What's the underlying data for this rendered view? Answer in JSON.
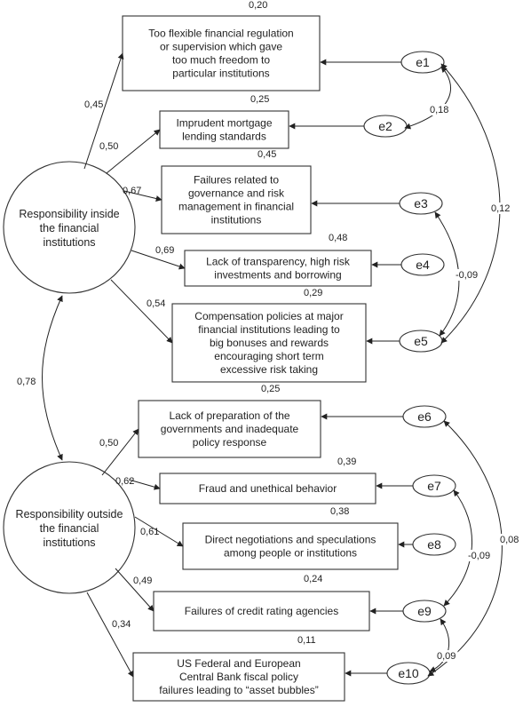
{
  "latents": {
    "inside": [
      "Responsibility inside",
      "the financial",
      "institutions"
    ],
    "outside": [
      "Responsibility outside",
      "the financial",
      "institutions"
    ]
  },
  "indicators": [
    {
      "lines": [
        "Too flexible financial regulation",
        "or supervision which gave",
        "too much freedom to",
        "particular institutions"
      ],
      "r2": "0,20",
      "loading": "0,45",
      "error": "e1"
    },
    {
      "lines": [
        "Imprudent mortgage",
        "lending standards"
      ],
      "r2": "0,25",
      "loading": "0,50",
      "error": "e2"
    },
    {
      "lines": [
        "Failures related to",
        "governance and risk",
        "management in financial",
        "institutions"
      ],
      "r2": "0,45",
      "loading": "0,67",
      "error": "e3"
    },
    {
      "lines": [
        "Lack of transparency, high risk",
        "investments and borrowing"
      ],
      "r2": "0,48",
      "loading": "0,69",
      "error": "e4"
    },
    {
      "lines": [
        "Compensation policies at major",
        "financial institutions leading to",
        "big bonuses and rewards",
        "encouraging short term",
        "excessive risk  taking"
      ],
      "r2": "0,29",
      "loading": "0,54",
      "error": "e5"
    },
    {
      "lines": [
        "Lack of preparation of the",
        "governments and inadequate",
        "policy response"
      ],
      "r2": "0,25",
      "loading": "0,50",
      "error": "e6"
    },
    {
      "lines": [
        "Fraud and unethical behavior"
      ],
      "r2": "0,39",
      "loading": "0,62",
      "error": "e7"
    },
    {
      "lines": [
        "Direct negotiations and speculations",
        "among people or institutions"
      ],
      "r2": "0,38",
      "loading": "0,61",
      "error": "e8"
    },
    {
      "lines": [
        "Failures of credit rating agencies"
      ],
      "r2": "0,24",
      "loading": "0,49",
      "error": "e9"
    },
    {
      "lines": [
        "US Federal and European",
        "Central Bank fiscal policy",
        "failures leading to “asset bubbles”"
      ],
      "r2": "0,11",
      "loading": "0,34",
      "error": "e10"
    }
  ],
  "latent_correlation": "0,78",
  "error_covariances": [
    {
      "between": [
        "e1",
        "e2"
      ],
      "value": "0,18"
    },
    {
      "between": [
        "e1",
        "e5"
      ],
      "value": "0,12"
    },
    {
      "between": [
        "e3",
        "e5"
      ],
      "value": "-0,09"
    },
    {
      "between": [
        "e7",
        "e9"
      ],
      "value": "-0,09"
    },
    {
      "between": [
        "e6",
        "e10"
      ],
      "value": "0,08"
    },
    {
      "between": [
        "e9",
        "e10"
      ],
      "value": "0,09"
    }
  ]
}
